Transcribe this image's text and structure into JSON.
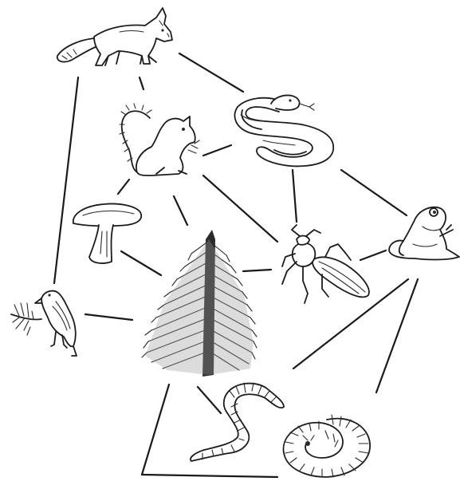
{
  "diagram": {
    "kind": "food-web",
    "organisms": [
      {
        "id": "fox",
        "icon": "fox-icon"
      },
      {
        "id": "squirrel",
        "icon": "squirrel-icon"
      },
      {
        "id": "snake",
        "icon": "snake-icon"
      },
      {
        "id": "mushroom",
        "icon": "mushroom-icon"
      },
      {
        "id": "spruce",
        "icon": "spruce-tree-icon"
      },
      {
        "id": "beetle",
        "icon": "beetle-icon"
      },
      {
        "id": "frog",
        "icon": "frog-icon"
      },
      {
        "id": "bird",
        "icon": "bird-icon"
      },
      {
        "id": "earthworm",
        "icon": "earthworm-icon"
      },
      {
        "id": "millipede",
        "icon": "millipede-icon"
      }
    ],
    "links": [
      [
        "fox",
        "squirrel"
      ],
      [
        "fox",
        "snake"
      ],
      [
        "fox",
        "bird"
      ],
      [
        "snake",
        "squirrel"
      ],
      [
        "snake",
        "beetle"
      ],
      [
        "snake",
        "frog"
      ],
      [
        "squirrel",
        "mushroom"
      ],
      [
        "squirrel",
        "spruce"
      ],
      [
        "squirrel",
        "beetle"
      ],
      [
        "mushroom",
        "spruce"
      ],
      [
        "spruce",
        "beetle"
      ],
      [
        "spruce",
        "bird"
      ],
      [
        "spruce",
        "earthworm"
      ],
      [
        "spruce",
        "millipede"
      ],
      [
        "beetle",
        "frog"
      ],
      [
        "frog",
        "earthworm"
      ],
      [
        "frog",
        "millipede"
      ]
    ],
    "line_color": "#1a1a1a",
    "background": "#ffffff"
  }
}
